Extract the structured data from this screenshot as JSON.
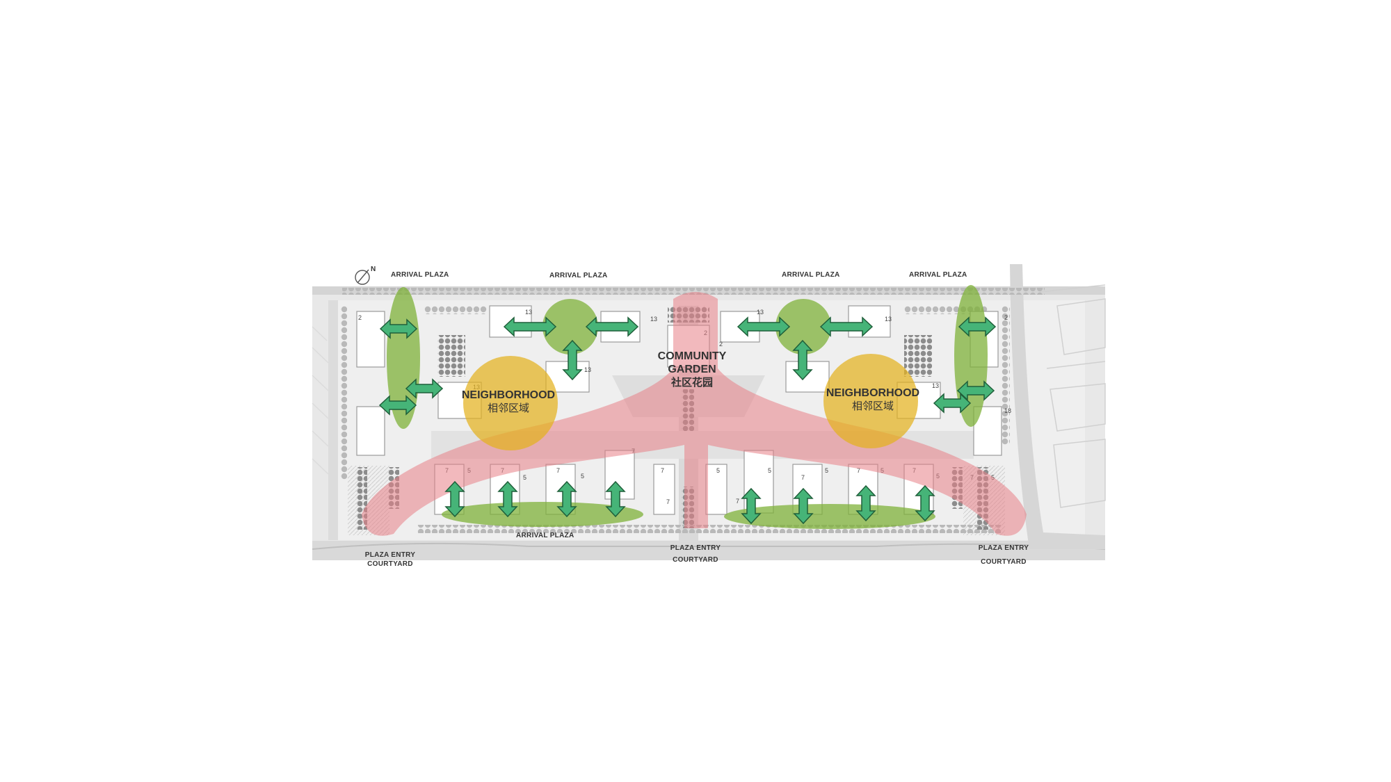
{
  "labels": {
    "north": "N",
    "arrival_plaza_1": "ARRIVAL PLAZA",
    "arrival_plaza_2": "ARRIVAL PLAZA",
    "arrival_plaza_3": "ARRIVAL PLAZA",
    "arrival_plaza_4": "ARRIVAL PLAZA",
    "arrival_plaza_south": "ARRIVAL PLAZA",
    "community_garden_line1": "COMMUNITY",
    "community_garden_line2": "GARDEN",
    "community_garden_cn": "社区花园",
    "neighborhood_left": "NEIGHBORHOOD",
    "neighborhood_left_cn": "相邻区域",
    "neighborhood_right": "NEIGHBORHOOD",
    "neighborhood_right_cn": "相邻区域",
    "plaza_entry_left_1": "PLAZA ENTRY",
    "plaza_entry_left_2": "COURTYARD",
    "plaza_entry_mid_1": "PLAZA ENTRY",
    "plaza_entry_mid_2": "COURTYARD",
    "plaza_entry_right_1": "PLAZA ENTRY",
    "plaza_entry_right_2": "COURTYARD"
  },
  "building_numbers": [
    "2",
    "13",
    "13",
    "13",
    "2",
    "2",
    "13",
    "13",
    "13",
    "13",
    "2",
    "18",
    "7",
    "5",
    "7",
    "5",
    "7",
    "5",
    "7",
    "7",
    "7",
    "5",
    "5",
    "7",
    "5",
    "7",
    "5",
    "7",
    "5",
    "7",
    "5",
    "7",
    "5"
  ],
  "colors": {
    "community_zone": "#e77f86",
    "neighborhood_zone": "#e3b21e",
    "green_space": "#7fb23a",
    "arrow_fill": "#46b478",
    "arrow_stroke": "#1f5f3a",
    "building": "#ffffff",
    "ground": "#e6e6e6",
    "tree": "#8a8a8a"
  }
}
